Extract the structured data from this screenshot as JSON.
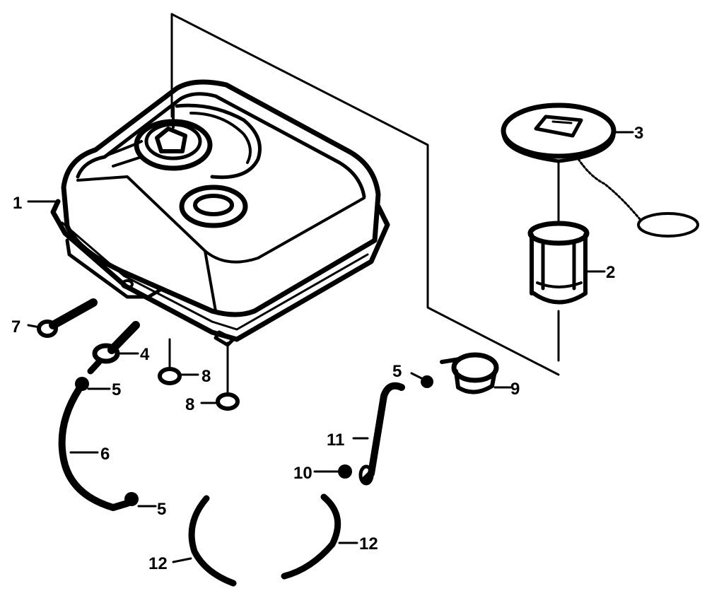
{
  "callouts": {
    "c1": "1",
    "c2": "2",
    "c3": "3",
    "c4": "4",
    "c5a": "5",
    "c5b": "5",
    "c5c": "5",
    "c6": "6",
    "c7": "7",
    "c8a": "8",
    "c8b": "8",
    "c9": "9",
    "c10": "10",
    "c11": "11",
    "c12a": "12",
    "c12b": "12"
  },
  "colors": {
    "ink": "#000000",
    "background": "#ffffff"
  }
}
